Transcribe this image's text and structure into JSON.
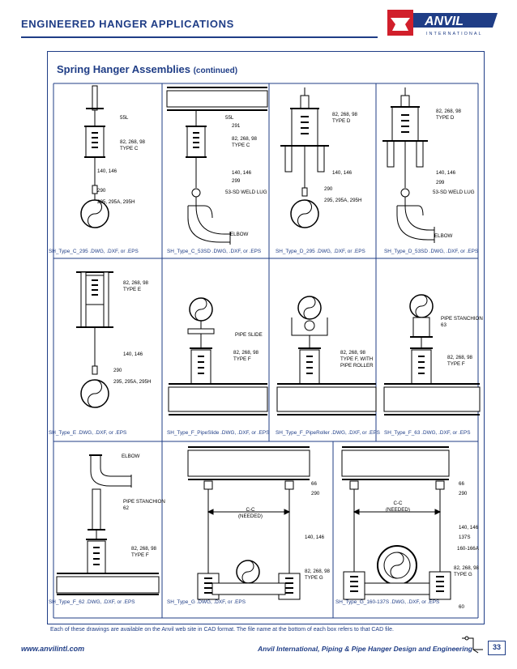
{
  "header": {
    "title": "Engineered Hanger Applications",
    "logo_text": "ANVIL",
    "logo_sub": "INTERNATIONAL",
    "brand_color": "#1f3d86",
    "accent_color": "#d11f2b"
  },
  "section": {
    "title": "Spring Hanger Assemblies",
    "subtitle": "(continued)"
  },
  "cells": [
    {
      "caption": "SH_Type_C_295 .DWG, .DXF, or .EPS",
      "labels": [
        "55L",
        "82, 268, 98\nTYPE C",
        "140, 146",
        "290",
        "295, 295A, 295H"
      ]
    },
    {
      "caption": "SH_Type_C_53SD .DWG, .DXF, or .EPS",
      "labels": [
        "55L",
        "291",
        "82, 268, 98\nTYPE C",
        "140, 146",
        "299",
        "53-SD WELD LUG",
        "ELBOW"
      ]
    },
    {
      "caption": "SH_Type_D_295 .DWG, .DXF, or .EPS",
      "labels": [
        "82, 268, 98\nTYPE D",
        "140, 146",
        "290",
        "295, 295A, 295H"
      ]
    },
    {
      "caption": "SH_Type_D_53SD .DWG, .DXF, or .EPS",
      "labels": [
        "82, 268, 98\nTYPE D",
        "140, 146",
        "299",
        "53-SD WELD LUG",
        "ELBOW"
      ]
    },
    {
      "caption": "SH_Type_E .DWG, .DXF, or .EPS",
      "labels": [
        "82, 268, 98\nTYPE E",
        "140, 146",
        "290",
        "295, 295A, 295H"
      ]
    },
    {
      "caption": "SH_Type_F_PipeSlide .DWG, .DXF, or .EPS",
      "labels": [
        "PIPE SLIDE",
        "82, 268, 98\nTYPE F"
      ]
    },
    {
      "caption": "SH_Type_F_PipeRoller .DWG, .DXF, or .EPS",
      "labels": [
        "82, 268, 98\nTYPE F, WITH\nPIPE ROLLER"
      ]
    },
    {
      "caption": "SH_Type_F_63 .DWG, .DXF, or .EPS",
      "labels": [
        "PIPE STANCHION\n63",
        "82, 268, 98\nTYPE F"
      ]
    },
    {
      "caption": "SH_Type_F_62 .DWG, .DXF, or .EPS",
      "labels": [
        "ELBOW",
        "PIPE STANCHION\n62",
        "82, 268, 98\nTYPE F"
      ]
    },
    {
      "caption": "SH_Type_G .DWG, .DXF, or .EPS",
      "labels": [
        "66",
        "290",
        "C-C\n(NEEDED)",
        "140, 146",
        "82, 268, 98\nTYPE G"
      ]
    },
    {
      "caption": "SH_Type_G_160-137S .DWG, .DXF, or .EPS",
      "labels": [
        "66",
        "290",
        "C-C\n(NEEDED)",
        "140, 146",
        "137S",
        "160-166A",
        "82, 268, 98\nTYPE G",
        "60"
      ]
    }
  ],
  "footnote": "Each of these drawings are available on the Anvil web site in CAD format. The file name at the bottom of each box refers to that CAD file.",
  "footer": {
    "website": "www.anvilintl.com",
    "publication": "Anvil International,  Piping & Pipe Hanger Design and Engineering",
    "page_number": "33"
  }
}
